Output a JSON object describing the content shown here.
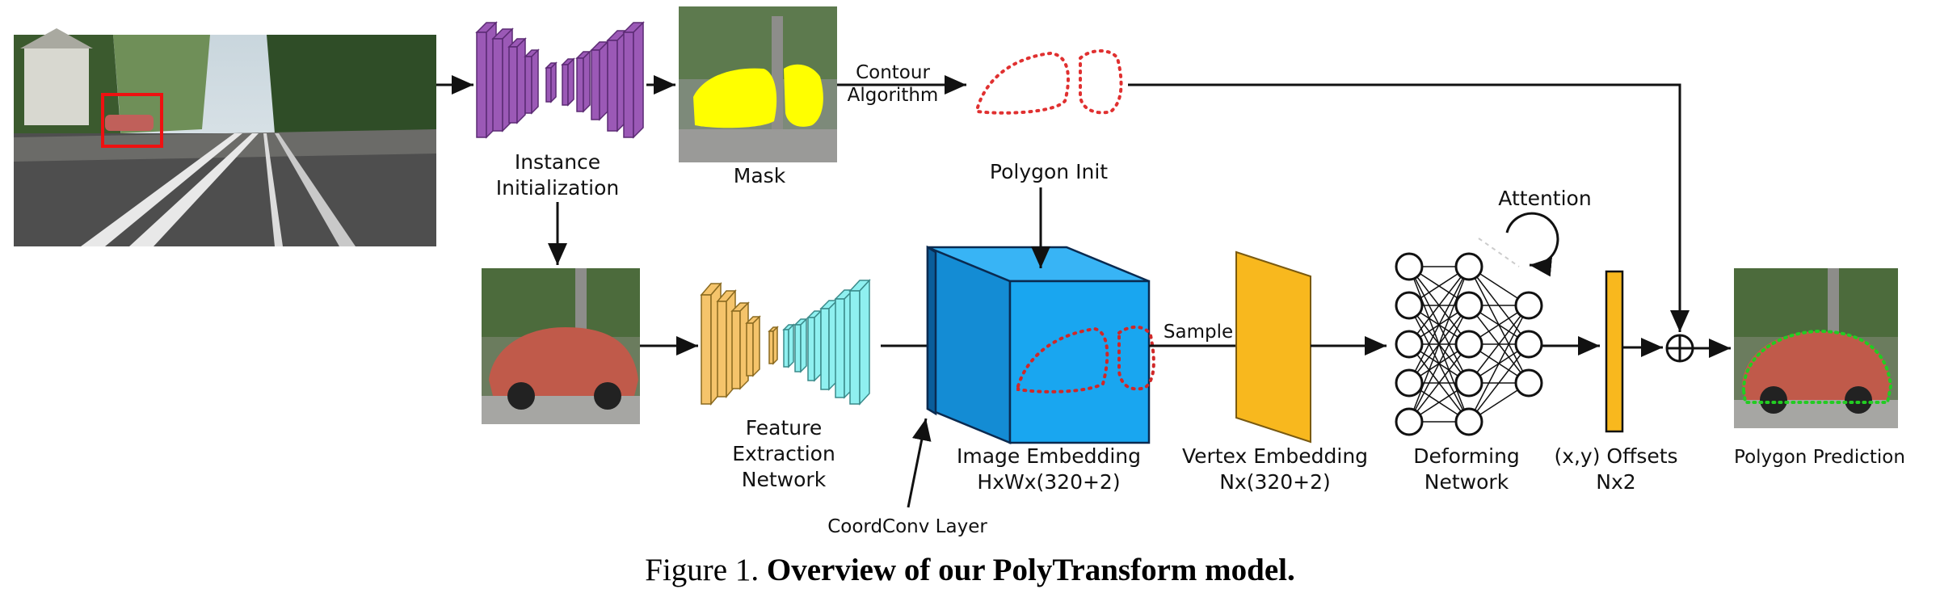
{
  "labels": {
    "instance_init_1": "Instance",
    "instance_init_2": "Initialization",
    "mask": "Mask",
    "contour_1": "Contour",
    "contour_2": "Algorithm",
    "polygon_init": "Polygon Init",
    "attention": "Attention",
    "sample": "Sample",
    "feature_1": "Feature",
    "feature_2": "Extraction",
    "feature_3": "Network",
    "image_embedding_1": "Image Embedding",
    "image_embedding_2": "HxWx(320+2)",
    "vertex_embedding_1": "Vertex Embedding",
    "vertex_embedding_2": "Nx(320+2)",
    "deforming_1": "Deforming",
    "deforming_2": "Network",
    "offsets_1": "(x,y) Offsets",
    "offsets_2": "Nx2",
    "polygon_prediction": "Polygon Prediction",
    "coordconv": "CoordConv Layer"
  },
  "caption": {
    "prefix": "Figure 1.",
    "bold": "Overview of our PolyTransform model."
  },
  "colors": {
    "instance_net": "#9b59b6",
    "mask": "#ffff00",
    "contour": "#e03030",
    "feature_orange": "#f5c46b",
    "feature_cyan": "#8ff0f0",
    "image_embedding": "#19a6f0",
    "vertex_embedding": "#f8b81e",
    "offsets": "#f8b81e",
    "prediction": "#22cc22"
  }
}
